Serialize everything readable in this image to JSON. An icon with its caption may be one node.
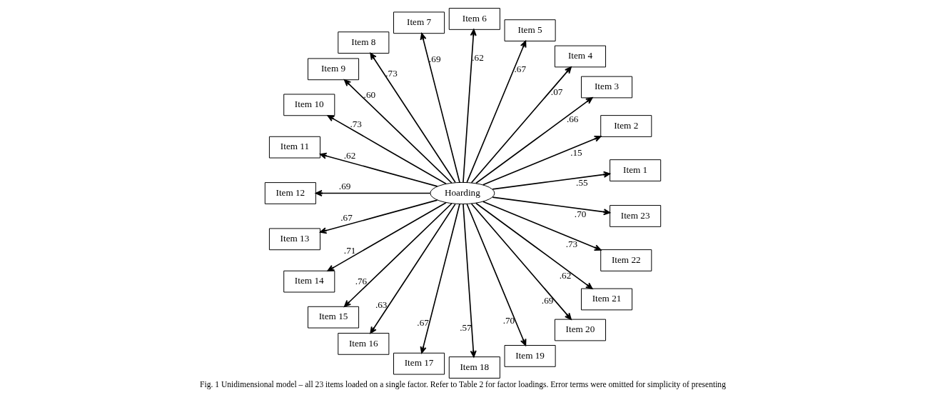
{
  "diagram": {
    "caption": "Fig. 1 Unidimensional model – all 23 items loaded on a single factor. Refer to Table 2 for factor loadings. Error terms were omitted for simplicity of presenting",
    "nodes": [
      {
        "text": [
          "Hoarding"
        ]
      },
      {
        "text": [
          "Item 1"
        ]
      },
      {
        "text": [
          "Item 2"
        ]
      },
      {
        "text": [
          "Item 3"
        ]
      },
      {
        "text": [
          "Item 4"
        ]
      },
      {
        "text": [
          "Item 5"
        ]
      },
      {
        "text": [
          "Item 6"
        ]
      },
      {
        "text": [
          "Item 7"
        ]
      },
      {
        "text": [
          "Item 8"
        ]
      },
      {
        "text": [
          "Item 9"
        ]
      },
      {
        "text": [
          "Item 10"
        ]
      },
      {
        "text": [
          "Item 11"
        ]
      },
      {
        "text": [
          "Item 12"
        ]
      },
      {
        "text": [
          "Item 13"
        ]
      },
      {
        "text": [
          "Item 14"
        ]
      },
      {
        "text": [
          "Item 15"
        ]
      },
      {
        "text": [
          "Item 16"
        ]
      },
      {
        "text": [
          "Item 17"
        ]
      },
      {
        "text": [
          "Item 18"
        ]
      },
      {
        "text": [
          "Item 19"
        ]
      },
      {
        "text": [
          "Item 20"
        ]
      },
      {
        "text": [
          "Item 21"
        ]
      },
      {
        "text": [
          "Item 22"
        ]
      },
      {
        "text": [
          "Item 23"
        ]
      }
    ],
    "edges": [
      {
        "from": 0,
        "to": 1,
        "arrow": "to",
        "label": ".55"
      },
      {
        "from": 0,
        "to": 2,
        "arrow": "to",
        "label": ".15"
      },
      {
        "from": 0,
        "to": 3,
        "arrow": "to",
        "label": ".66"
      },
      {
        "from": 0,
        "to": 4,
        "arrow": "to",
        "label": ".07"
      },
      {
        "from": 0,
        "to": 5,
        "arrow": "to",
        "label": ".67"
      },
      {
        "from": 0,
        "to": 6,
        "arrow": "to",
        "label": ".62"
      },
      {
        "from": 0,
        "to": 7,
        "arrow": "to",
        "label": ".69"
      },
      {
        "from": 0,
        "to": 8,
        "arrow": "to",
        "label": ".73"
      },
      {
        "from": 0,
        "to": 9,
        "arrow": "to",
        "label": ".60"
      },
      {
        "from": 0,
        "to": 10,
        "arrow": "to",
        "label": ".73"
      },
      {
        "from": 0,
        "to": 11,
        "arrow": "to",
        "label": ".62"
      },
      {
        "from": 0,
        "to": 12,
        "arrow": "to",
        "label": ".69"
      },
      {
        "from": 0,
        "to": 13,
        "arrow": "to",
        "label": ".67"
      },
      {
        "from": 0,
        "to": 14,
        "arrow": "to",
        "label": ".71"
      },
      {
        "from": 0,
        "to": 15,
        "arrow": "to",
        "label": ".76"
      },
      {
        "from": 0,
        "to": 16,
        "arrow": "to",
        "label": ".63"
      },
      {
        "from": 0,
        "to": 17,
        "arrow": "to",
        "label": ".67"
      },
      {
        "from": 0,
        "to": 18,
        "arrow": "to",
        "label": ".57"
      },
      {
        "from": 0,
        "to": 19,
        "arrow": "to",
        "label": ".70"
      },
      {
        "from": 0,
        "to": 20,
        "arrow": "to",
        "label": ".69"
      },
      {
        "from": 0,
        "to": 21,
        "arrow": "to",
        "label": ".62"
      },
      {
        "from": 0,
        "to": 22,
        "arrow": "to",
        "label": ".73"
      },
      {
        "from": 0,
        "to": 23,
        "arrow": "to",
        "label": ".70"
      }
    ]
  }
}
